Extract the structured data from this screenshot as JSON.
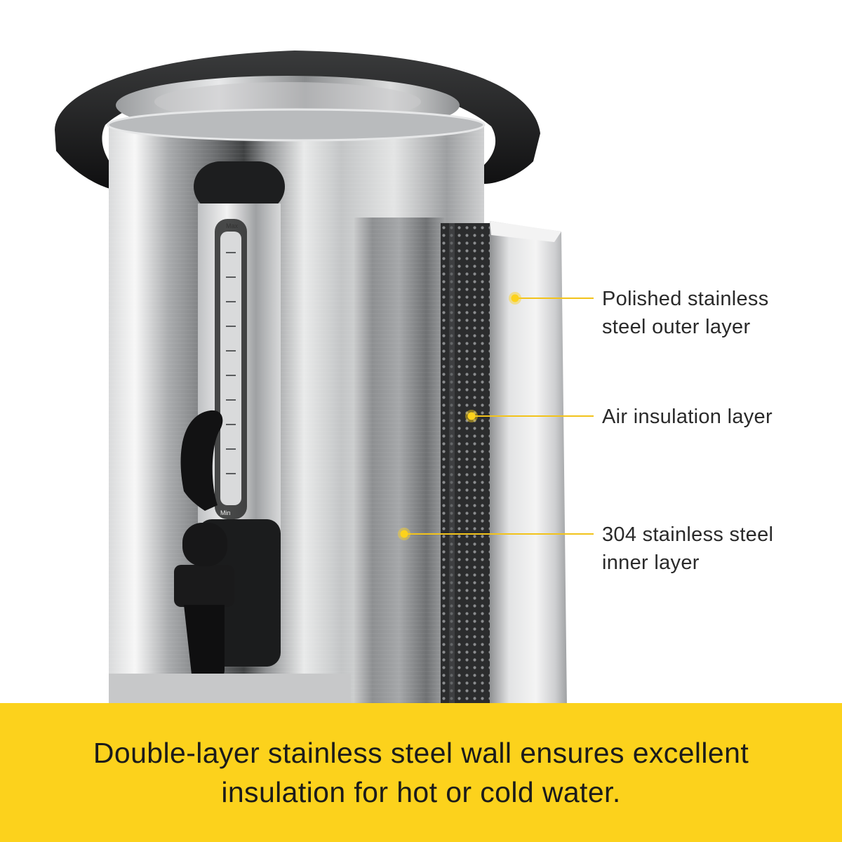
{
  "image": {
    "subject": "stainless steel hot water urn with cut-away wall",
    "accent_color": "#fcd21c",
    "text_color": "#2a2a2a"
  },
  "gauge": {
    "max_label": "Max",
    "min_label": "Min"
  },
  "callouts": [
    {
      "lines": [
        "Polished stainless",
        "steel outer layer"
      ]
    },
    {
      "lines": [
        "Air insulation layer"
      ]
    },
    {
      "lines": [
        "304 stainless steel",
        "inner layer"
      ]
    }
  ],
  "banner": {
    "lines": [
      "Double-layer stainless steel wall ensures excellent",
      "insulation for hot or cold water."
    ]
  }
}
